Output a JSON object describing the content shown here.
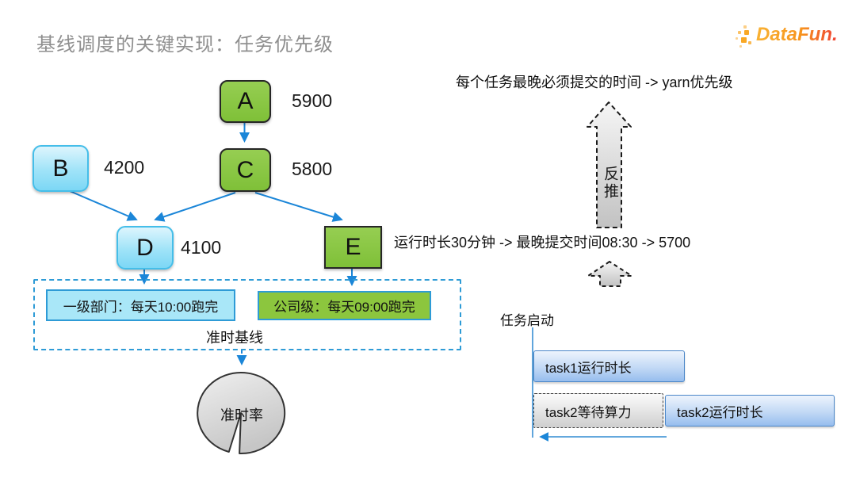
{
  "title": "基线调度的关键实现：任务优先级",
  "logo": {
    "text": "DataFun."
  },
  "dag": {
    "nodes": [
      {
        "id": "A",
        "label": "A",
        "value": "5900",
        "type": "green"
      },
      {
        "id": "B",
        "label": "B",
        "value": "4200",
        "type": "blue"
      },
      {
        "id": "C",
        "label": "C",
        "value": "5800",
        "type": "green"
      },
      {
        "id": "D",
        "label": "D",
        "value": "4100",
        "type": "blue"
      },
      {
        "id": "E",
        "label": "E",
        "value": "",
        "type": "green-square"
      }
    ]
  },
  "baseline": {
    "dept_box": "一级部门：每天10:00跑完",
    "company_box": "公司级：每天09:00跑完",
    "label": "准时基线",
    "pie_label": "准时率"
  },
  "right": {
    "top_text": "每个任务最晚必须提交的时间 -> yarn优先级",
    "back_arrow_label": "反推",
    "mid_text": "运行时长30分钟 -> 最晚提交时间08:30 -> 5700",
    "gantt": {
      "start_label": "任务启动",
      "bars": [
        {
          "label": "task1运行时长",
          "type": "run"
        },
        {
          "label": "task2等待算力",
          "type": "wait"
        },
        {
          "label": "task2运行时长",
          "type": "run"
        }
      ]
    }
  },
  "colors": {
    "accent_blue": "#1B86D8",
    "node_green": "#86C43E",
    "node_blue": "#9FE3F8",
    "dashed_border_blue": "#2E9BD6",
    "gantt_bar_blue": "#96BDEE",
    "gray_arrow": "#C9C9C9",
    "title_gray": "#8F8F8F",
    "logo_orange": "#F7941E"
  }
}
